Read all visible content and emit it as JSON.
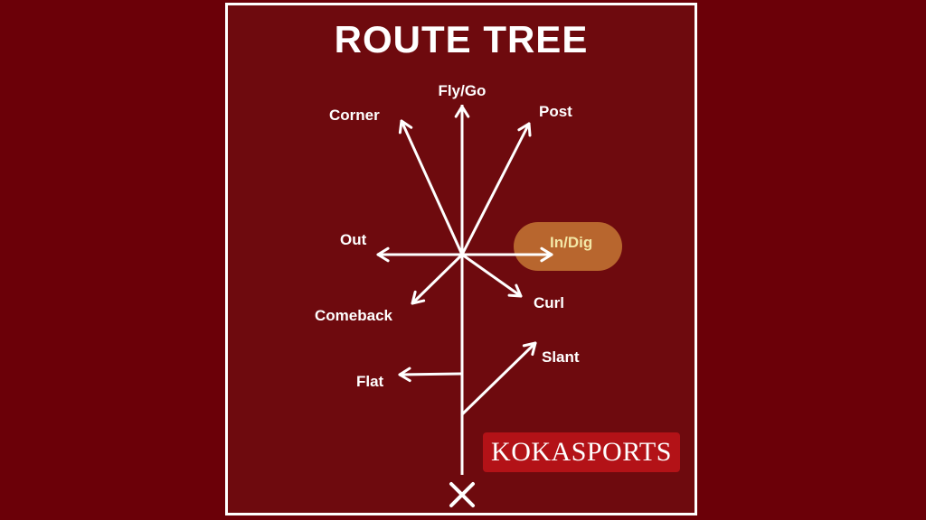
{
  "title": "ROUTE TREE",
  "routes": [
    {
      "key": "fly",
      "label": "Fly/Go"
    },
    {
      "key": "corner",
      "label": "Corner"
    },
    {
      "key": "post",
      "label": "Post"
    },
    {
      "key": "out",
      "label": "Out"
    },
    {
      "key": "in",
      "label": "In/Dig",
      "highlighted": true
    },
    {
      "key": "comeback",
      "label": "Comeback"
    },
    {
      "key": "curl",
      "label": "Curl"
    },
    {
      "key": "flat",
      "label": "Flat"
    },
    {
      "key": "slant",
      "label": "Slant"
    }
  ],
  "start_marker": "X",
  "logo": "KOKASPORTS",
  "colors": {
    "background": "#6b0008",
    "board": "#6e0a0e",
    "line": "#ffffff",
    "highlight": "#b8662e",
    "highlight_text": "#f3e7a6",
    "logo_bg": "#b31217"
  }
}
